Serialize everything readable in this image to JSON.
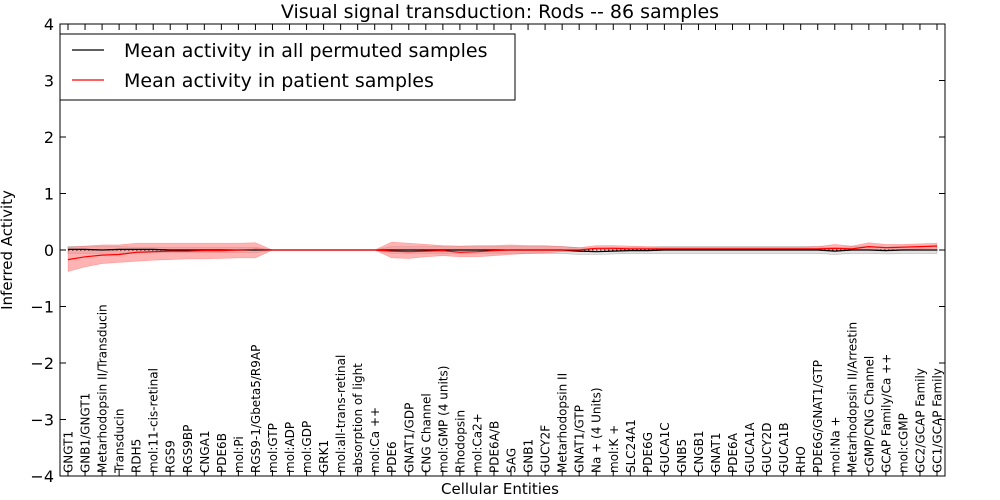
{
  "chart_data": {
    "type": "line",
    "title": "Visual signal transduction: Rods -- 86 samples",
    "xlabel": "Cellular Entities",
    "ylabel": "Inferred Activity",
    "ylim": [
      -4,
      4
    ],
    "yticks": [
      4,
      3,
      2,
      1,
      0,
      -1,
      -2,
      -3,
      -4
    ],
    "ytick_labels": [
      "4",
      "3",
      "2",
      "1",
      "0",
      "−1",
      "−2",
      "−3",
      "−4"
    ],
    "grid": false,
    "legend_position": "top-left",
    "categories": [
      "GNGT1",
      "GNB1/GNGT1",
      "Metarhodopsin II/Transducin",
      "Transducin",
      "RDH5",
      "mol:11-cis-retinal",
      "RGS9",
      "RGS9BP",
      "CNGA1",
      "PDE6B",
      "mol:Pi",
      "RGS9-1/Gbeta5/R9AP",
      "mol:GTP",
      "mol:ADP",
      "mol:GDP",
      "GRK1",
      "mol:all-trans-retinal",
      "absorption of light",
      "mol:Ca ++",
      "PDE6",
      "GNAT1/GDP",
      "CNG Channel",
      "mol:GMP (4 units)",
      "Rhodopsin",
      "mol:Ca2+",
      "PDE6A/B",
      "SAG",
      "GNB1",
      "GUCY2F",
      "Metarhodopsin II",
      "GNAT1/GTP",
      "Na + (4 Units)",
      "mol:K +",
      "SLC24A1",
      "PDE6G",
      "GUCA1C",
      "GNB5",
      "CNGB1",
      "GNAT1",
      "PDE6A",
      "GUCA1A",
      "GUCY2D",
      "GUCA1B",
      "RHO",
      "PDE6G/GNAT1/GTP",
      "mol:Na +",
      "Metarhodopsin II/Arrestin",
      "cGMP/CNG Channel",
      "GCAP Family/Ca ++",
      "mol:cGMP",
      "GC2/GCAP Family",
      "GC1/GCAP Family"
    ],
    "series": [
      {
        "name": "Mean activity in all permuted samples",
        "color": "#000000",
        "band_color": "#bfbfbf",
        "values": [
          0.01,
          0.01,
          0.0,
          0.01,
          0.01,
          0.01,
          0.0,
          0.0,
          0.0,
          0.0,
          0.0,
          0.0,
          0.0,
          0.0,
          0.0,
          0.0,
          0.0,
          0.0,
          0.0,
          0.0,
          0.0,
          0.0,
          0.0,
          0.0,
          0.0,
          0.0,
          0.0,
          0.0,
          0.0,
          0.0,
          -0.02,
          -0.03,
          -0.02,
          -0.01,
          -0.01,
          0.0,
          0.0,
          0.0,
          0.0,
          0.0,
          0.0,
          0.0,
          0.0,
          0.0,
          0.0,
          -0.02,
          0.0,
          0.0,
          -0.01,
          0.0,
          0.0,
          0.0
        ],
        "lower": [
          -0.06,
          -0.06,
          -0.06,
          -0.06,
          -0.05,
          -0.05,
          -0.05,
          -0.05,
          -0.05,
          -0.05,
          -0.05,
          -0.05,
          0.0,
          0.0,
          0.0,
          0.0,
          0.0,
          0.0,
          0.0,
          -0.06,
          -0.06,
          -0.06,
          -0.06,
          -0.06,
          -0.06,
          -0.06,
          -0.06,
          -0.06,
          -0.06,
          -0.06,
          -0.08,
          -0.08,
          -0.07,
          -0.06,
          -0.06,
          -0.06,
          -0.06,
          -0.06,
          -0.06,
          -0.06,
          -0.06,
          -0.06,
          -0.06,
          -0.06,
          -0.06,
          -0.08,
          -0.06,
          -0.06,
          -0.07,
          -0.06,
          -0.06,
          -0.06
        ],
        "upper": [
          0.06,
          0.06,
          0.06,
          0.06,
          0.05,
          0.05,
          0.05,
          0.05,
          0.05,
          0.05,
          0.05,
          0.05,
          0.0,
          0.0,
          0.0,
          0.0,
          0.0,
          0.0,
          0.0,
          0.06,
          0.06,
          0.06,
          0.06,
          0.06,
          0.06,
          0.06,
          0.06,
          0.06,
          0.06,
          0.06,
          0.04,
          0.03,
          0.04,
          0.05,
          0.05,
          0.06,
          0.06,
          0.06,
          0.06,
          0.06,
          0.06,
          0.06,
          0.06,
          0.06,
          0.06,
          0.04,
          0.06,
          0.06,
          0.05,
          0.06,
          0.06,
          0.06
        ]
      },
      {
        "name": "Mean activity in patient samples",
        "color": "#ff0000",
        "band_color": "#ff8080",
        "values": [
          -0.17,
          -0.12,
          -0.09,
          -0.08,
          -0.04,
          -0.03,
          -0.02,
          -0.02,
          -0.01,
          -0.01,
          0.0,
          0.01,
          0.0,
          0.0,
          0.0,
          0.0,
          0.0,
          0.0,
          0.0,
          -0.02,
          -0.03,
          -0.02,
          -0.01,
          -0.04,
          -0.03,
          -0.01,
          0.0,
          0.0,
          0.0,
          0.0,
          0.0,
          0.03,
          0.03,
          0.02,
          0.02,
          0.02,
          0.02,
          0.02,
          0.02,
          0.02,
          0.02,
          0.02,
          0.02,
          0.02,
          0.02,
          0.03,
          0.02,
          0.06,
          0.04,
          0.05,
          0.06,
          0.07
        ],
        "lower": [
          -0.38,
          -0.3,
          -0.24,
          -0.22,
          -0.2,
          -0.18,
          -0.17,
          -0.16,
          -0.16,
          -0.15,
          -0.14,
          -0.14,
          0.0,
          0.0,
          0.0,
          0.0,
          0.0,
          0.0,
          0.0,
          -0.14,
          -0.15,
          -0.12,
          -0.1,
          -0.12,
          -0.12,
          -0.1,
          -0.08,
          -0.06,
          -0.05,
          -0.03,
          -0.03,
          0.0,
          0.0,
          0.0,
          0.0,
          0.0,
          0.0,
          0.0,
          0.0,
          0.0,
          0.0,
          0.0,
          0.0,
          0.0,
          0.0,
          0.0,
          0.0,
          0.0,
          0.0,
          0.01,
          0.02,
          0.03
        ],
        "upper": [
          0.05,
          0.07,
          0.09,
          0.09,
          0.12,
          0.12,
          0.12,
          0.12,
          0.12,
          0.12,
          0.12,
          0.13,
          0.0,
          0.0,
          0.0,
          0.0,
          0.0,
          0.0,
          0.0,
          0.14,
          0.12,
          0.1,
          0.08,
          0.07,
          0.08,
          0.08,
          0.09,
          0.08,
          0.08,
          0.06,
          0.04,
          0.08,
          0.08,
          0.07,
          0.06,
          0.05,
          0.05,
          0.05,
          0.05,
          0.05,
          0.05,
          0.05,
          0.05,
          0.05,
          0.06,
          0.1,
          0.07,
          0.13,
          0.1,
          0.1,
          0.11,
          0.12
        ]
      }
    ]
  }
}
